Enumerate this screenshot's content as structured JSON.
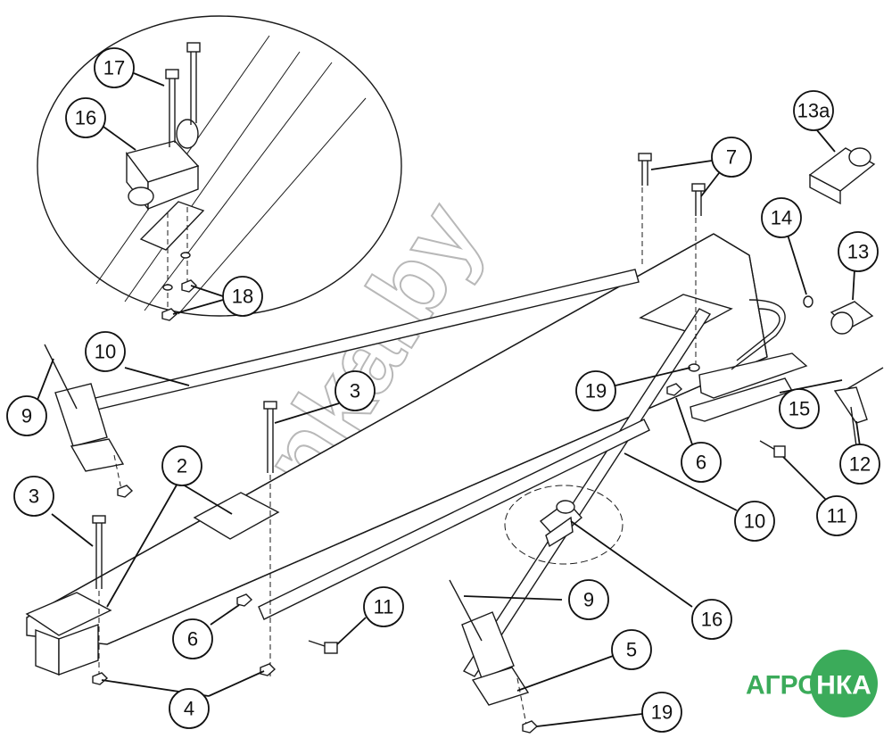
{
  "watermark": "nka.by",
  "logo": {
    "left_text": "АГРО",
    "right_text": "НКА",
    "color": "#3bab5a"
  },
  "colors": {
    "line": "#1a1a1a",
    "watermark": "#b8b8b8"
  },
  "callouts": [
    {
      "id": "c17",
      "label": "17"
    },
    {
      "id": "c16a",
      "label": "16"
    },
    {
      "id": "c18",
      "label": "18"
    },
    {
      "id": "c13a",
      "label": "13а"
    },
    {
      "id": "c7",
      "label": "7"
    },
    {
      "id": "c14",
      "label": "14"
    },
    {
      "id": "c13",
      "label": "13"
    },
    {
      "id": "c10a",
      "label": "10"
    },
    {
      "id": "c9a",
      "label": "9"
    },
    {
      "id": "c3a",
      "label": "3"
    },
    {
      "id": "c19a",
      "label": "19"
    },
    {
      "id": "c15",
      "label": "15"
    },
    {
      "id": "c2",
      "label": "2"
    },
    {
      "id": "c6a",
      "label": "6"
    },
    {
      "id": "c12",
      "label": "12"
    },
    {
      "id": "c3b",
      "label": "3"
    },
    {
      "id": "c10b",
      "label": "10"
    },
    {
      "id": "c11a",
      "label": "11"
    },
    {
      "id": "c9b",
      "label": "9"
    },
    {
      "id": "c11b",
      "label": "11"
    },
    {
      "id": "c16b",
      "label": "16"
    },
    {
      "id": "c6b",
      "label": "6"
    },
    {
      "id": "c5",
      "label": "5"
    },
    {
      "id": "c4",
      "label": "4"
    },
    {
      "id": "c19b",
      "label": "19"
    }
  ]
}
